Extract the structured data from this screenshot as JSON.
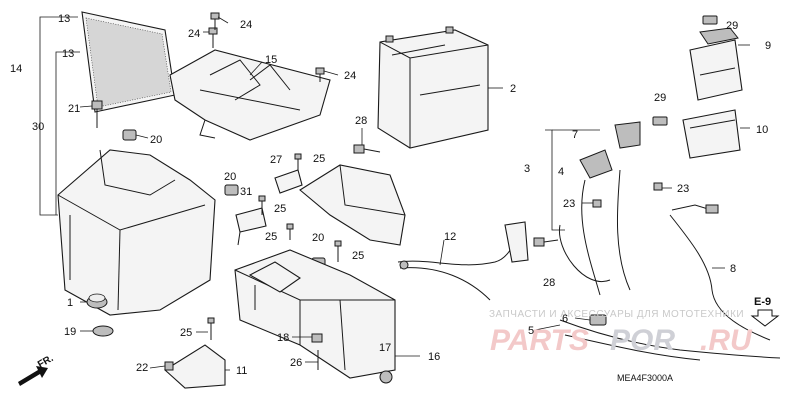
{
  "diagram": {
    "code": "MEA4F3000A",
    "direction_label": "FR.",
    "reference_label": "E-9",
    "watermark": {
      "line1": "ЗАПЧАСТИ И АКСЕССУАРЫ ДЛЯ МОТОТЕХНИКИ",
      "brand_a": "PARTS",
      "brand_b": "POR",
      "brand_c": ".RU"
    }
  },
  "callouts": {
    "c13a": "13",
    "c13b": "13",
    "c14": "14",
    "c30": "30",
    "c24a": "24",
    "c24b": "24",
    "c24c": "24",
    "c15": "15",
    "c21": "21",
    "c20a": "20",
    "c2": "2",
    "c28a": "28",
    "c25a": "25",
    "c27": "27",
    "c20b": "20",
    "c31": "31",
    "c25b": "25",
    "c25c": "25",
    "c20c": "20",
    "c25d": "25",
    "c12": "12",
    "c28b": "28",
    "c29a": "29",
    "c9": "9",
    "c29b": "29",
    "c10": "10",
    "c7": "7",
    "c3": "3",
    "c4": "4",
    "c23a": "23",
    "c23b": "23",
    "c8": "8",
    "c1": "1",
    "c19": "19",
    "c25e": "25",
    "c18": "18",
    "c26": "26",
    "c17": "17",
    "c16": "16",
    "c22": "22",
    "c11": "11",
    "c5": "5",
    "c6": "6"
  }
}
